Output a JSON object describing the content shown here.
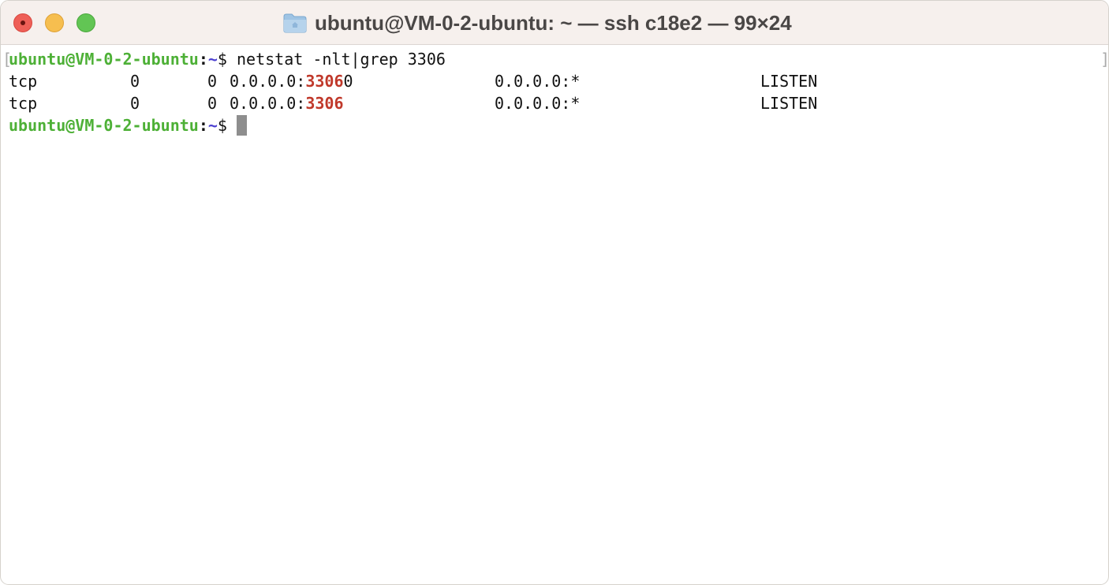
{
  "window": {
    "title": "ubuntu@VM-0-2-ubuntu: ~ — ssh c18e2 — 99×24",
    "folder_icon": "folder-icon"
  },
  "terminal": {
    "marks": {
      "left": "[",
      "right": "]"
    },
    "command_line": {
      "user_host": "ubuntu@VM-0-2-ubuntu",
      "colon": ":",
      "path": "~",
      "dollar": "$ ",
      "command": "netstat -nlt|grep 3306"
    },
    "rows": [
      {
        "proto": "tcp",
        "recv_q": "0",
        "send_q": "0",
        "local_prefix": "0.0.0.0:",
        "local_match": "3306",
        "local_suffix": "0",
        "foreign": "0.0.0.0:*",
        "state": "LISTEN"
      },
      {
        "proto": "tcp",
        "recv_q": "0",
        "send_q": "0",
        "local_prefix": "0.0.0.0:",
        "local_match": "3306",
        "local_suffix": "",
        "foreign": "0.0.0.0:*",
        "state": "LISTEN"
      }
    ],
    "prompt": {
      "user_host": "ubuntu@VM-0-2-ubuntu",
      "colon": ":",
      "path": "~",
      "dollar": "$ "
    }
  },
  "colors": {
    "prompt_user": "#4db036",
    "prompt_path": "#4b3fd0",
    "match_highlight": "#c0392b",
    "titlebar": "#f6f0ed"
  }
}
